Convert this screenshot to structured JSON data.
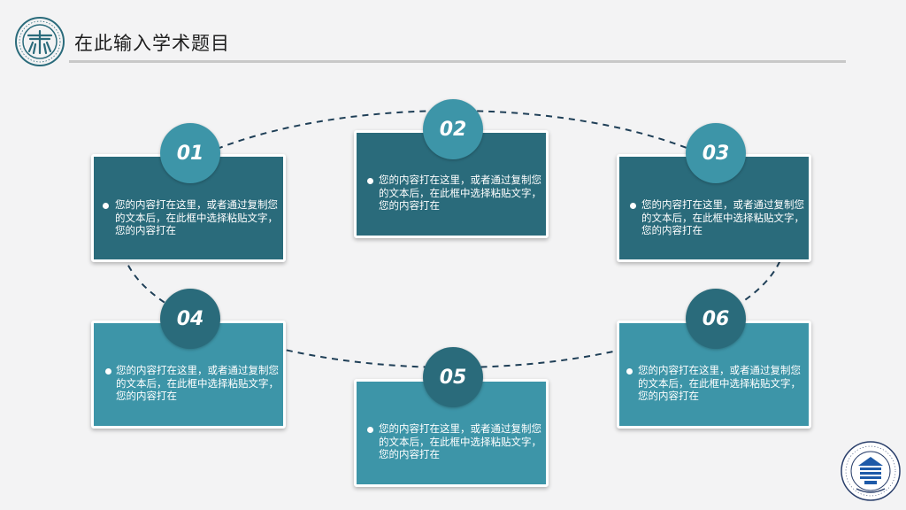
{
  "header": {
    "title": "在此输入学术题目",
    "logo_icon": "university-seal-icon"
  },
  "cards": [
    {
      "number": "01",
      "text": "您的内容打在这里，或者通过复制您的文本后，在此框中选择粘贴文字，您的内容打在"
    },
    {
      "number": "02",
      "text": "您的内容打在这里，或者通过复制您的文本后，在此框中选择粘贴文字，您的内容打在"
    },
    {
      "number": "03",
      "text": "您的内容打在这里，或者通过复制您的文本后，在此框中选择粘贴文字，您的内容打在"
    },
    {
      "number": "04",
      "text": "您的内容打在这里，或者通过复制您的文本后，在此框中选择粘贴文字，您的内容打在"
    },
    {
      "number": "05",
      "text": "您的内容打在这里，或者通过复制您的文本后，在此框中选择粘贴文字，您的内容打在"
    },
    {
      "number": "06",
      "text": "您的内容打在这里，或者通过复制您的文本后，在此框中选择粘贴文字，您的内容打在"
    }
  ],
  "colors": {
    "dark_teal": "#2a6b7b",
    "light_teal": "#3d95a8",
    "background": "#f3f3f4"
  },
  "footer": {
    "seal_icon": "university-seal-icon"
  }
}
